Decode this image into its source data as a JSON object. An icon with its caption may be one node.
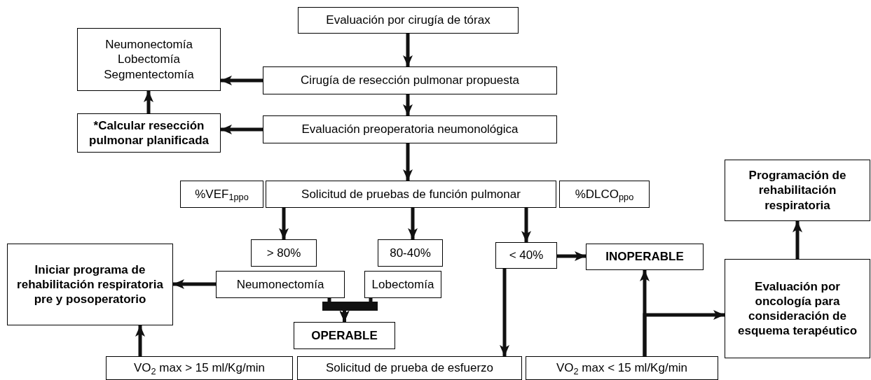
{
  "diagram": {
    "nodes": [
      {
        "text": [
          "Evaluación por cirugía de tórax"
        ]
      },
      {
        "text": [
          "Neumonectomía",
          "Lobectomía",
          "Segmentectomía"
        ]
      },
      {
        "text": [
          "Cirugía de resección pulmonar propuesta"
        ]
      },
      {
        "text": [
          "*Calcular resección pulmonar planificada"
        ]
      },
      {
        "text": [
          "Evaluación preoperatoria neumonológica"
        ]
      },
      {
        "text": [
          "%VEF$_{1ppo}$"
        ]
      },
      {
        "text": [
          "Solicitud de pruebas de función pulmonar"
        ]
      },
      {
        "text": [
          "%DLCO$_{ppo}$"
        ]
      },
      {
        "text": [
          "> 80%"
        ]
      },
      {
        "text": [
          "80-40%"
        ]
      },
      {
        "text": [
          "< 40%"
        ]
      },
      {
        "text": [
          "INOPERABLE"
        ]
      },
      {
        "text": [
          "Programación de rehabilitación respiratoria"
        ]
      },
      {
        "text": [
          "Iniciar programa de rehabilitación respiratoria pre y posoperatorio"
        ]
      },
      {
        "text": [
          "Neumonectomía"
        ]
      },
      {
        "text": [
          "Lobectomía"
        ]
      },
      {
        "text": [
          "Evaluación por oncología para consideración de esquema terapéutico"
        ]
      },
      {
        "text": [
          "OPERABLE"
        ]
      },
      {
        "text": [
          "VO$_{2}$ max > 15 ml/Kg/min"
        ]
      },
      {
        "text": [
          "Solicitud de prueba de esfuerzo"
        ]
      },
      {
        "text": [
          "VO$_{2}$ max < 15 ml/Kg/min"
        ]
      }
    ],
    "edges": [
      {
        "from": 0,
        "to": 2,
        "arrow": "to"
      },
      {
        "from": 2,
        "to": 1,
        "arrow": "to"
      },
      {
        "from": 2,
        "to": 4,
        "arrow": "to"
      },
      {
        "from": 4,
        "to": 3,
        "arrow": "to"
      },
      {
        "from": 3,
        "to": 1,
        "arrow": "to"
      },
      {
        "from": 4,
        "to": 6,
        "arrow": "to"
      },
      {
        "from": 6,
        "to": 8,
        "arrow": "to"
      },
      {
        "from": 6,
        "to": 9,
        "arrow": "to"
      },
      {
        "from": 6,
        "to": 10,
        "arrow": "to"
      },
      {
        "from": 10,
        "to": 11,
        "arrow": "to"
      },
      {
        "from": 10,
        "to": 19,
        "arrow": "to"
      },
      {
        "from": 14,
        "to": 13,
        "arrow": "to"
      },
      {
        "from": 14,
        "to": 17,
        "arrow": "to"
      },
      {
        "from": 15,
        "to": 17,
        "arrow": "to"
      },
      {
        "from": 18,
        "to": 13,
        "arrow": "to"
      },
      {
        "from": 20,
        "to": 11,
        "arrow": "to"
      },
      {
        "from": 20,
        "to": 16,
        "arrow": "to"
      },
      {
        "from": 16,
        "to": 12,
        "arrow": "to"
      }
    ]
  }
}
